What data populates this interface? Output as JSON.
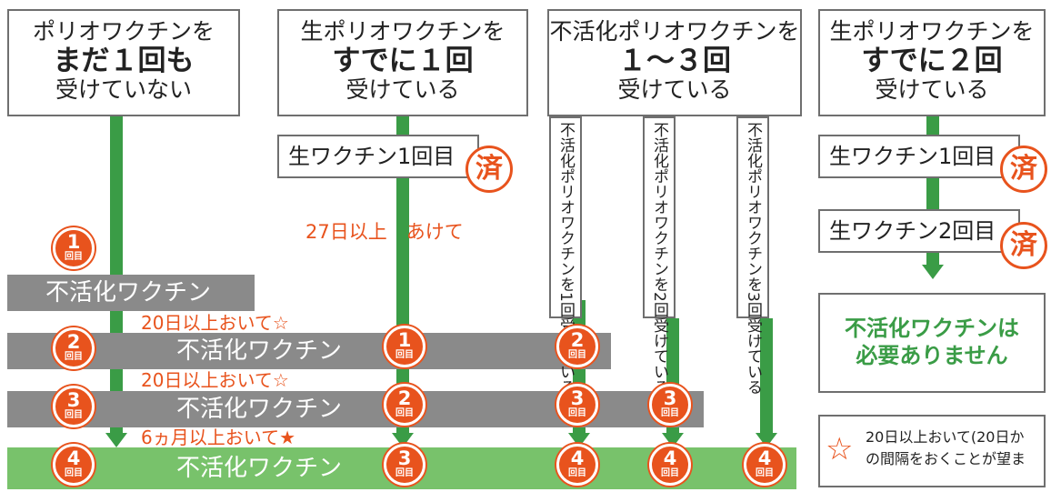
{
  "columns": [
    {
      "line1": "ポリオワクチンを",
      "line2": "まだ１回も",
      "line3": "受けていない"
    },
    {
      "line1": "生ポリオワクチンを",
      "line2": "すでに１回",
      "line3": "受けている"
    },
    {
      "line1": "不活化ポリオワクチンを",
      "line2": "１〜３回",
      "line3": "受けている"
    },
    {
      "line1": "生ポリオワクチンを",
      "line2": "すでに２回",
      "line3": "受けている"
    }
  ],
  "bars": {
    "inactivated": "不活化ワクチン"
  },
  "intervals": {
    "twenty_days": "20日以上おいて☆",
    "six_months": "6ヵ月以上おいて★",
    "twenty_seven_days": "27日以上　あけて"
  },
  "badge": {
    "suffix": "回目",
    "n1": "1",
    "n2": "2",
    "n3": "3",
    "n4": "4"
  },
  "live_vaccine": {
    "dose1": "生ワクチン1回目",
    "dose2": "生ワクチン2回目",
    "done": "済"
  },
  "vertical_labels": {
    "v1": "不活化ポリオワクチンを1回受けている",
    "v2": "不活化ポリオワクチンを2回受けている",
    "v3": "不活化ポリオワクチンを3回受けている"
  },
  "not_needed": {
    "line1": "不活化ワクチンは",
    "line2": "必要ありません"
  },
  "legend": {
    "star": "☆",
    "line1": "20日以上おいて(20日か",
    "line2": "の間隔をおくことが望ま"
  },
  "colors": {
    "green": "#3a9c46",
    "light_green": "#78c26b",
    "orange": "#e8531d",
    "gray": "#8a8a8a"
  }
}
